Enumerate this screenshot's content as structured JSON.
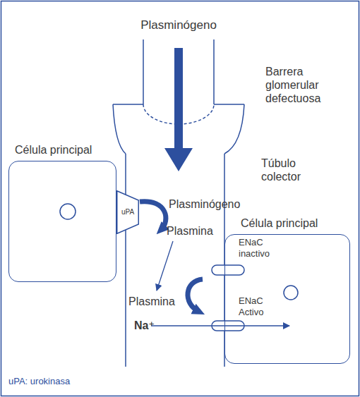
{
  "diagram": {
    "nodes": [
      {
        "text": [
          "Célula principal"
        ]
      },
      {
        "text": [
          "uPA"
        ]
      },
      {
        "text": [
          "Célula principal"
        ]
      }
    ],
    "labels": [
      "Plasminógeno",
      "Barrera glomerular defectuosa",
      "Túbulo colector",
      "Plasminógeno",
      "Plasmina",
      "ENaC inactivo",
      "Plasmina",
      "ENaC Activo",
      "Na⁺",
      "uPA: urokinasa"
    ]
  }
}
